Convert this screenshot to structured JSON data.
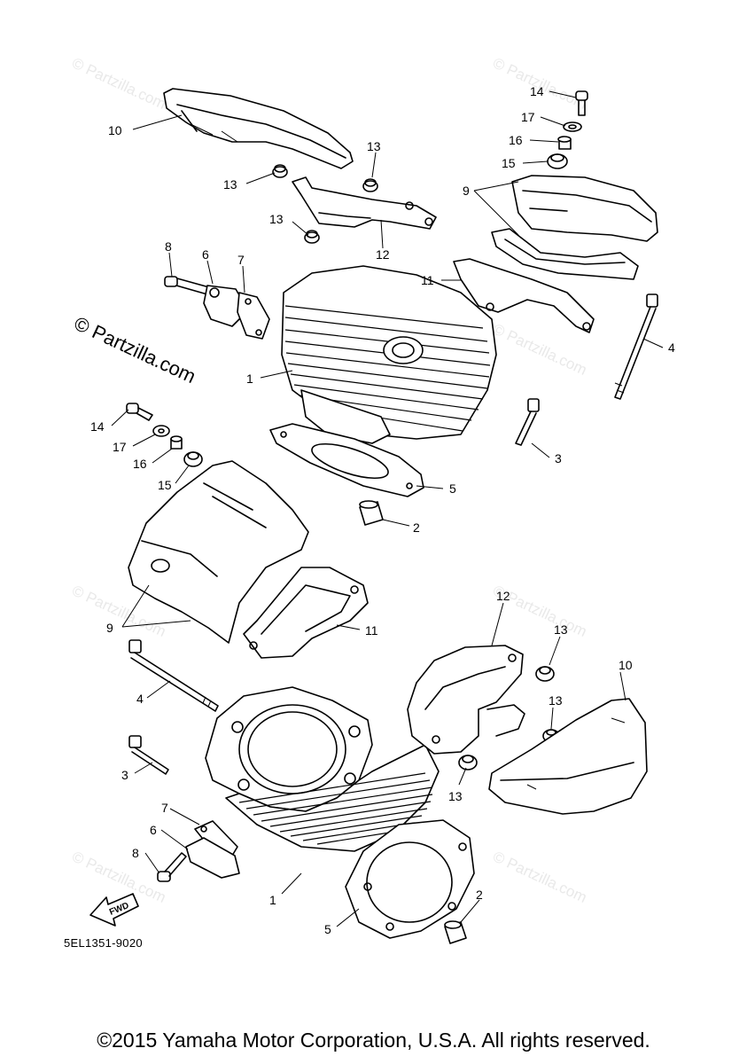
{
  "watermark": {
    "site_text": "© Partzilla.com"
  },
  "callouts": {
    "c1a": "1",
    "c1b": "1",
    "c2a": "2",
    "c2b": "2",
    "c3a": "3",
    "c3b": "3",
    "c4a": "4",
    "c4b": "4",
    "c5a": "5",
    "c5b": "5",
    "c6a": "6",
    "c6b": "6",
    "c7a": "7",
    "c7b": "7",
    "c8a": "8",
    "c8b": "8",
    "c9a": "9",
    "c9b": "9",
    "c10a": "10",
    "c10b": "10",
    "c11a": "11",
    "c11b": "11",
    "c12a": "12",
    "c12b": "12",
    "c13a": "13",
    "c13b": "13",
    "c13c": "13",
    "c13d": "13",
    "c13e": "13",
    "c13f": "13",
    "c14a": "14",
    "c14b": "14",
    "c15a": "15",
    "c15b": "15",
    "c16a": "16",
    "c16b": "16",
    "c17a": "17",
    "c17b": "17"
  },
  "fwd_label": "FWD",
  "part_code": "5EL1351-9020",
  "copyright": "©2015 Yamaha Motor Corporation, U.S.A. All rights reserved."
}
